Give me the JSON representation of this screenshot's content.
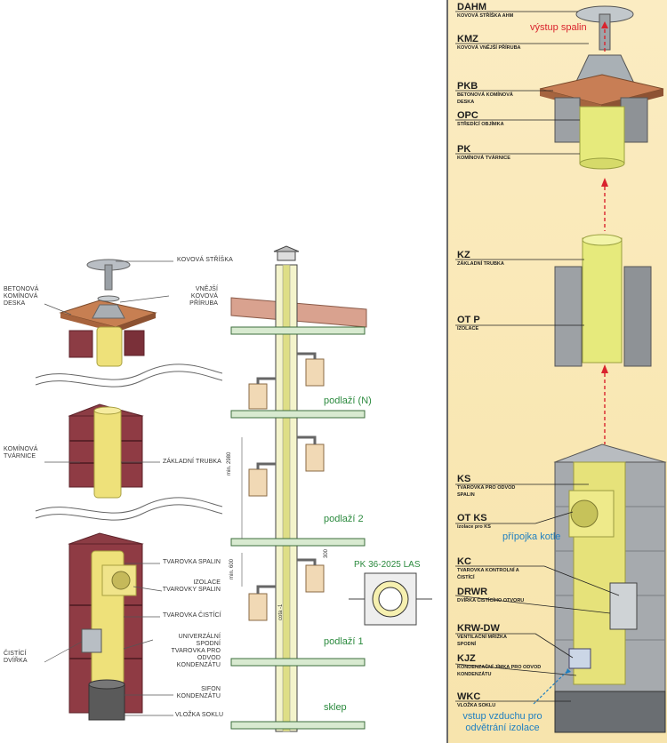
{
  "left_labels": {
    "kovova_striska": "KOVOVÁ STŘÍŠKA",
    "betonova_deska": [
      "BETONOVÁ",
      "KOMÍNOVÁ",
      "DESKA"
    ],
    "vnejsi_priruba": [
      "VNĚJŠÍ",
      "KOVOVÁ",
      "PŘÍRUBA"
    ],
    "kominova_tvarnice": [
      "KOMÍNOVÁ",
      "TVÁRNICE"
    ],
    "zakladni_trubka": "ZÁKLADNÍ TRUBKA",
    "tvarovka_spalin": "TVAROVKA SPALIN",
    "izolace_tvarovky": [
      "IZOLACE",
      "TVAROVKY SPALIN"
    ],
    "tvarovka_cistici": "TVAROVKA ČISTÍCÍ",
    "univerzalni": [
      "UNIVERZÁLNÍ SPODNÍ",
      "TVAROVKA PRO ODVOD",
      "KONDENZÁTU"
    ],
    "cistici_dvirka": [
      "ČISTÍCÍ",
      "DVÍŘKA"
    ],
    "sifon": [
      "SIFON",
      "KONDENZÁTU"
    ],
    "vlozka_soklu": "VLOŽKA SOKLU"
  },
  "section": {
    "floor_n": "podlaží (N)",
    "floor_2": "podlaží 2",
    "floor_1": "podlaží 1",
    "cellar": "sklep",
    "model": "PK 36-2025 LAS",
    "dim_2980": "min. 2980",
    "dim_600": "min. 600",
    "dim_300": "300",
    "dim_cota": "cota -1"
  },
  "right_panel": {
    "items": [
      {
        "code": "DAHM",
        "desc": [
          "KOVOVÁ STŘÍŠKA AHM"
        ]
      },
      {
        "code": "KMZ",
        "desc": [
          "KOVOVÁ VNĚJŠÍ PŘÍRUBA"
        ]
      },
      {
        "code": "PKB",
        "desc": [
          "BETONOVÁ KOMÍNOVÁ",
          "DESKA"
        ]
      },
      {
        "code": "OPC",
        "desc": [
          "STŘEDÍCÍ OBJÍMKA"
        ]
      },
      {
        "code": "PK",
        "desc": [
          "KOMÍNOVÁ TVÁRNICE"
        ]
      },
      {
        "code": "KZ",
        "desc": [
          "ZÁKLADNÍ TRUBKA"
        ]
      },
      {
        "code": "OT P",
        "desc": [
          "IZOLACE"
        ]
      },
      {
        "code": "KS",
        "desc": [
          "TVAROVKA PRO ODVOD",
          "SPALIN"
        ]
      },
      {
        "code": "OT KS",
        "desc": [
          "izolace pro KS"
        ]
      },
      {
        "code": "KC",
        "desc": [
          "TVAROVKA KONTROLNÍ A",
          "ČISTÍCÍ"
        ]
      },
      {
        "code": "DRWR",
        "desc": [
          "DVÍŘKA ČISTÍCÍHO OTVORU"
        ]
      },
      {
        "code": "KRW-DW",
        "desc": [
          "VENTILAČNÍ MŘÍŽKA",
          "SPODNÍ"
        ]
      },
      {
        "code": "KJZ",
        "desc": [
          "KONDENZAČNÍ JÍMKA PRO ODVOD",
          "KONDENZÁTU"
        ]
      },
      {
        "code": "WKC",
        "desc": [
          "VLOŽKA SOKLU"
        ]
      }
    ],
    "vystup_spalin": "výstup spalin",
    "pripojka_kotle": "přípojka kotle",
    "vstup_vzduchu": [
      "vstup vzduchu pro",
      "odvětrání izolace"
    ]
  }
}
